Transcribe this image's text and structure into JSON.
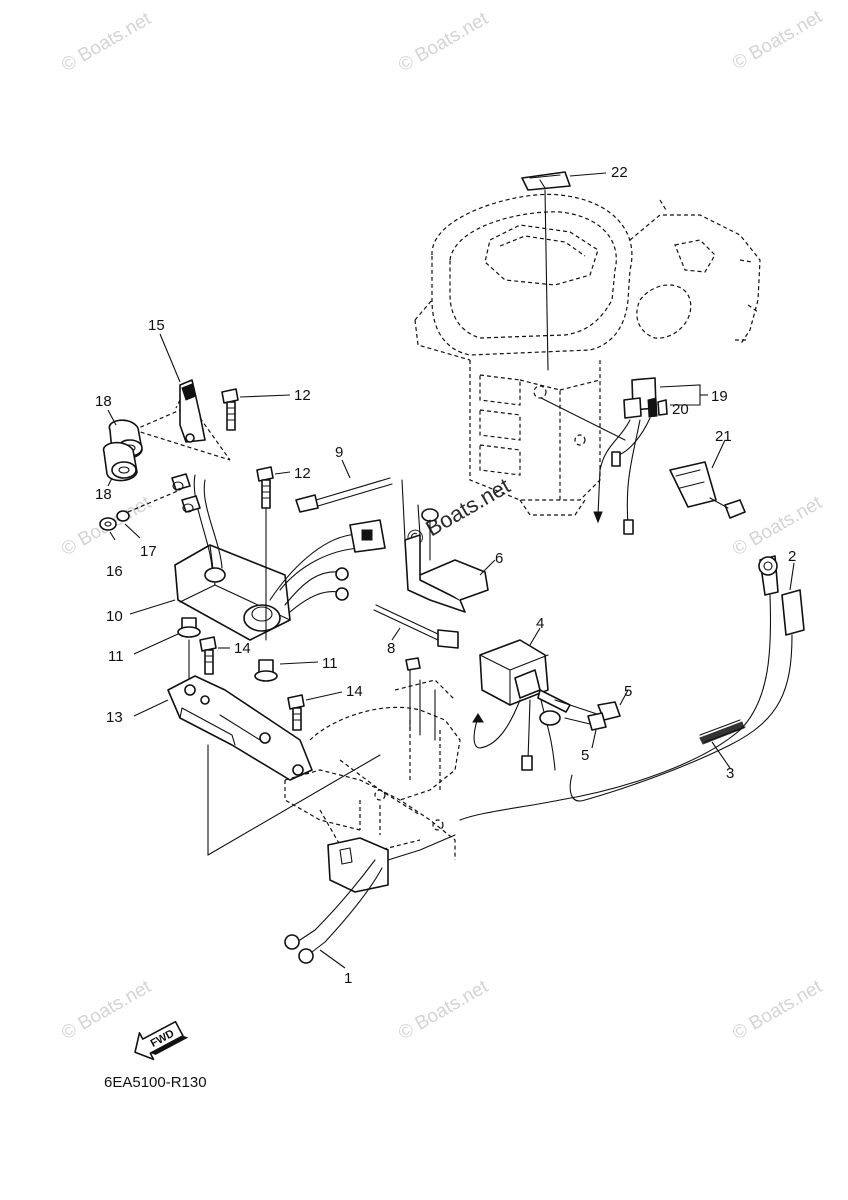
{
  "diagram_code": "6EA5100-R130",
  "fwd_label": "FWD",
  "watermark": "© Boats.net",
  "callouts": [
    "1",
    "2",
    "3",
    "4",
    "5",
    "5",
    "6",
    "8",
    "9",
    "10",
    "11",
    "11",
    "12",
    "12",
    "13",
    "14",
    "14",
    "15",
    "16",
    "17",
    "18",
    "18",
    "19",
    "20",
    "21",
    "22"
  ],
  "icons": {
    "fwd_arrow": "fwd-arrow-icon"
  }
}
